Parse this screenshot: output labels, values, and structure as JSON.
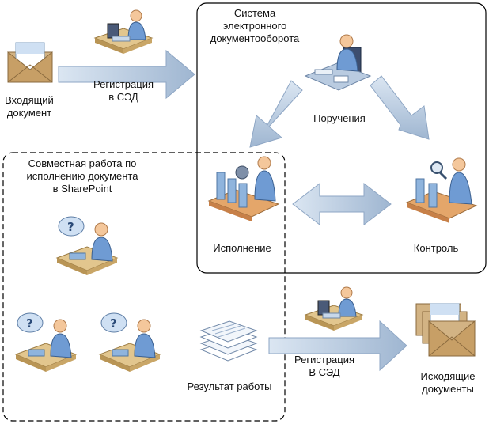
{
  "labels": {
    "incoming_line1": "Входящий",
    "incoming_line2": "документ",
    "registration_line1": "Регистрация",
    "registration_line2": "в СЭД",
    "eds_line1": "Система",
    "eds_line2": "электронного",
    "eds_line3": "документооборота",
    "orders": "Поручения",
    "execution": "Исполнение",
    "control": "Контроль",
    "sharepoint_line1": "Совместная работа по",
    "sharepoint_line2": "исполнению документа",
    "sharepoint_line3": "в SharePoint",
    "result": "Результат работы",
    "registration2_line1": "Регистрация",
    "registration2_line2": "В СЭД",
    "outgoing_line1": "Исходящие",
    "outgoing_line2": "документы"
  },
  "colors": {
    "arrow_fill": "#b4c7dd",
    "arrow_stroke": "#7a94b3",
    "envelope": "#c9a97a",
    "desk": "#e0c48c",
    "person": "#6f9bd3",
    "box_border": "#000000"
  },
  "icons": {
    "incoming": "envelope-icon",
    "registrar": "operator-at-desk-icon",
    "manager": "manager-at-desk-icon",
    "execution": "conveyor-worker-icon",
    "control": "inspector-with-magnifier-icon",
    "collaborator": "worker-with-question-icon",
    "result": "document-stack-icon",
    "outgoing": "envelope-stack-icon"
  }
}
